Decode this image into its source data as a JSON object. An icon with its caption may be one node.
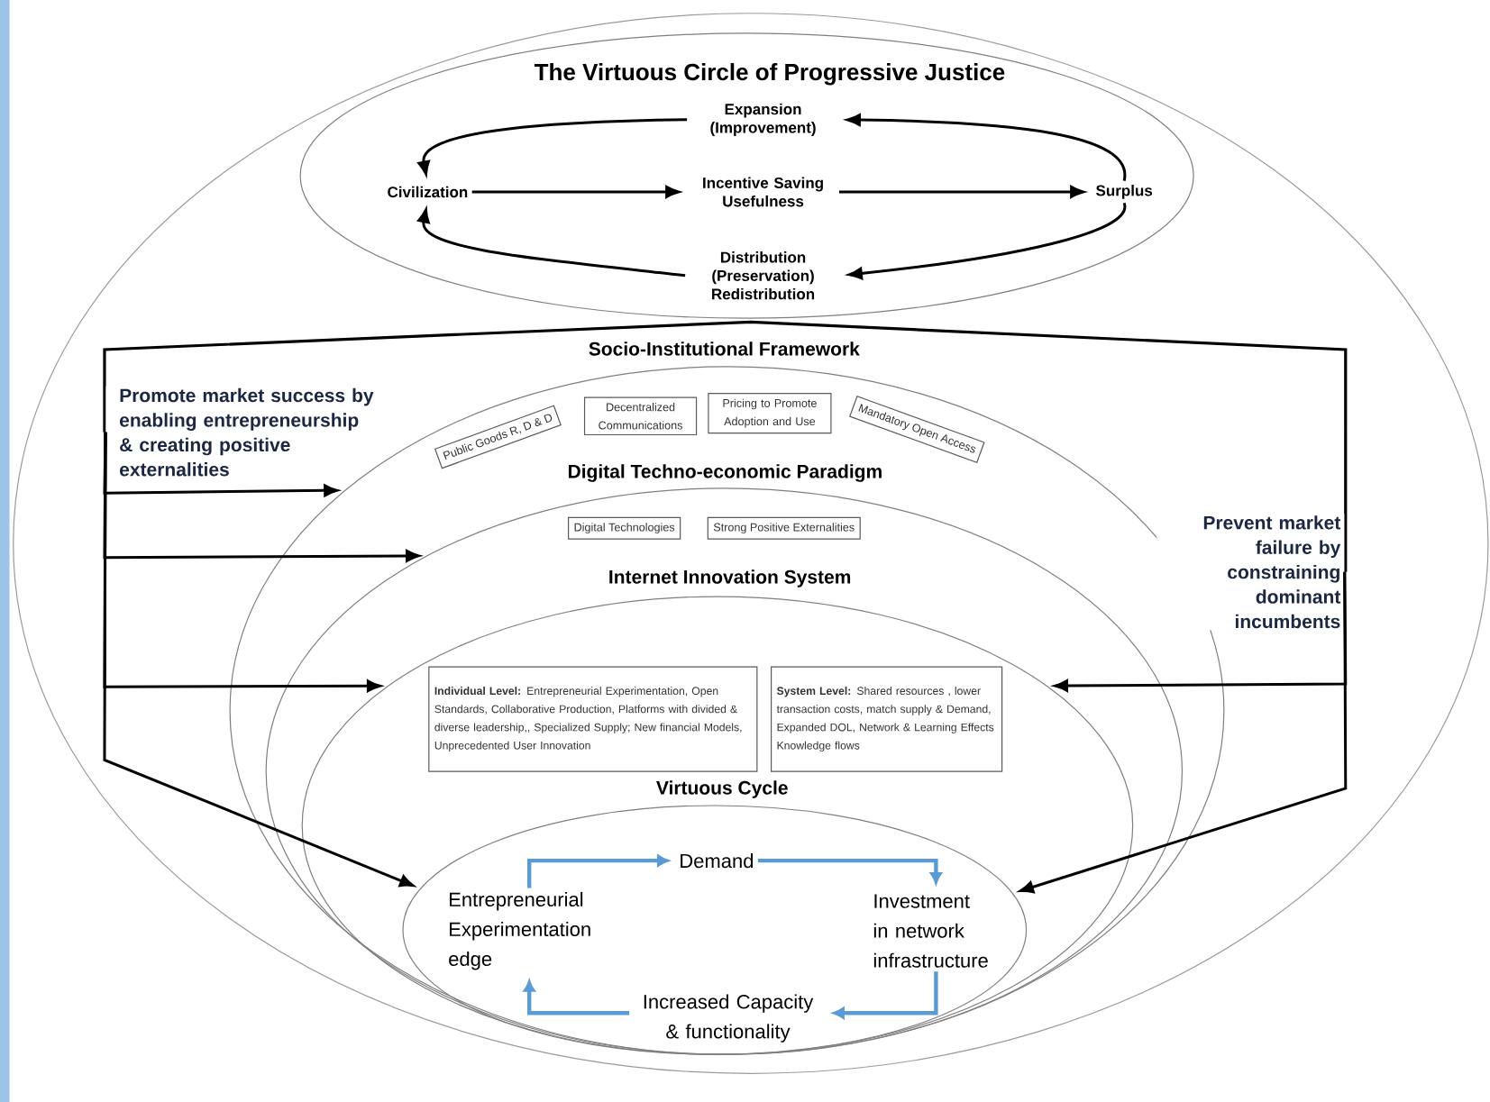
{
  "diagram": {
    "nodes": [
      {
        "text": [
          "The Virtuous Circle of Progressive Justice"
        ]
      },
      {
        "text": [
          "Expansion (Improvement)"
        ],
        "in": 0
      },
      {
        "text": [
          "Civilization"
        ],
        "in": 0
      },
      {
        "text": [
          "Incentive Saving Usefulness"
        ],
        "in": 0
      },
      {
        "text": [
          "Surplus"
        ],
        "in": 0
      },
      {
        "text": [
          "Distribution (Preservation) Redistribution"
        ],
        "in": 0
      },
      {
        "text": [
          "Promote market success by enabling entrepreneurship & creating positive externalities"
        ]
      },
      {
        "text": [
          "Socio-Institutional Framework"
        ]
      },
      {
        "text": [
          "Public Goods R, D & D"
        ],
        "in": 7
      },
      {
        "text": [
          "Decentralized Communications"
        ],
        "in": 7
      },
      {
        "text": [
          "Pricing to Promote Adoption and Use"
        ],
        "in": 7
      },
      {
        "text": [
          "Mandatory Open Access"
        ],
        "in": 7
      },
      {
        "text": [
          "Digital Techno-economic Paradigm"
        ],
        "in": 7
      },
      {
        "text": [
          "Digital Technologies"
        ],
        "in": 12
      },
      {
        "text": [
          "Strong Positive Externalities"
        ],
        "in": 12
      },
      {
        "text": [
          "Internet Innovation System"
        ],
        "in": 12
      },
      {
        "text": [
          "**Individual Level:** Entrepreneurial Experimentation, Open Standards, Collaborative Production, Platforms with divided & diverse leadership,, Specialized Supply; New financial Models, Unprecedented User Innovation"
        ],
        "in": 15
      },
      {
        "text": [
          "**System Level:** Shared resources , lower transaction costs, match supply & Demand, Expanded DOL, Network & Learning Effects Knowledge flows"
        ],
        "in": 15
      },
      {
        "text": [
          "Virtuous Cycle"
        ],
        "in": 15
      },
      {
        "text": [
          "Entrepreneurial Experimentation edge"
        ],
        "in": 18
      },
      {
        "text": [
          "Demand"
        ],
        "in": 18
      },
      {
        "text": [
          "Investment in network infrastructure"
        ],
        "in": 18
      },
      {
        "text": [
          "Increased Capacity & functionality"
        ],
        "in": 18
      },
      {
        "text": [
          "Prevent market failure by constraining dominant incumbents"
        ]
      }
    ],
    "edges": [
      {
        "from": 2,
        "to": 3,
        "arrow": "to"
      },
      {
        "from": 3,
        "to": 4,
        "arrow": "to"
      },
      {
        "from": 4,
        "to": 1,
        "arrow": "to"
      },
      {
        "from": 1,
        "to": 2,
        "arrow": "to"
      },
      {
        "from": 4,
        "to": 5,
        "arrow": "to"
      },
      {
        "from": 5,
        "to": 2,
        "arrow": "to"
      },
      {
        "from": 6,
        "to": 7,
        "arrow": "to"
      },
      {
        "from": 6,
        "to": 12,
        "arrow": "to"
      },
      {
        "from": 6,
        "to": 15,
        "arrow": "to"
      },
      {
        "from": 6,
        "to": 18,
        "arrow": "to"
      },
      {
        "from": 23,
        "to": 15,
        "arrow": "to"
      },
      {
        "from": 23,
        "to": 18,
        "arrow": "to"
      },
      {
        "from": 19,
        "to": 20,
        "arrow": "to",
        "color": "#5b9bd5"
      },
      {
        "from": 20,
        "to": 21,
        "arrow": "to",
        "color": "#5b9bd5"
      },
      {
        "from": 21,
        "to": 22,
        "arrow": "to",
        "color": "#5b9bd5"
      },
      {
        "from": 22,
        "to": 19,
        "arrow": "to",
        "color": "#5b9bd5"
      }
    ]
  }
}
